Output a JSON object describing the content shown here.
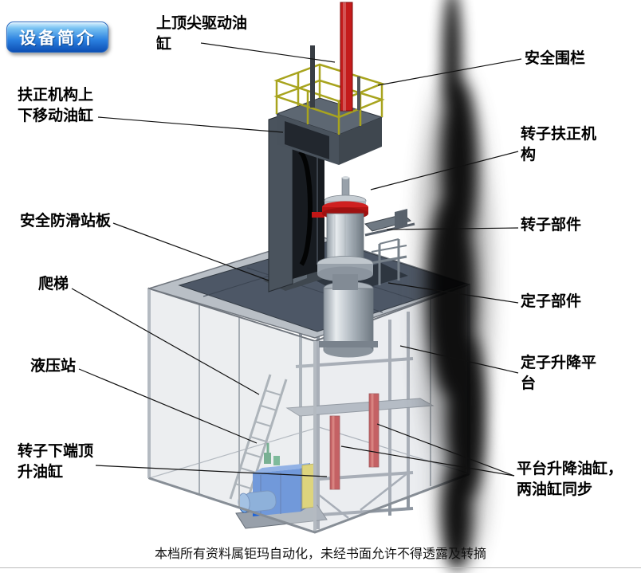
{
  "badge": {
    "label": "设备简介"
  },
  "labels": {
    "top_tip_cylinder": "上顶尖驱动油\n缸",
    "safety_fence": "安全围栏",
    "centering_updown_cylinder": "扶正机构上\n下移动油缸",
    "rotor_centering_mechanism": "转子扶正机\n构",
    "antislip_platform": "安全防滑站板",
    "rotor_part": "转子部件",
    "ladder": "爬梯",
    "stator_part": "定子部件",
    "hydraulic_station": "液压站",
    "stator_lift_platform": "定子升降平\n台",
    "rotor_bottom_jack_cylinder": "转子下端顶\n升油缸",
    "platform_lift_cylinders": "平台升降油缸，\n两油缸同步"
  },
  "footer": {
    "text": "本档所有资料属钜玛自动化，未经书面允许不得透露及转摘"
  },
  "colors": {
    "badge_blue": "#1f7ae0",
    "cylinder_red": "#c41b1b",
    "railing_yellow": "#b7b324",
    "pump_blue": "#1f64d8",
    "deck_gray": "#4d5766"
  }
}
